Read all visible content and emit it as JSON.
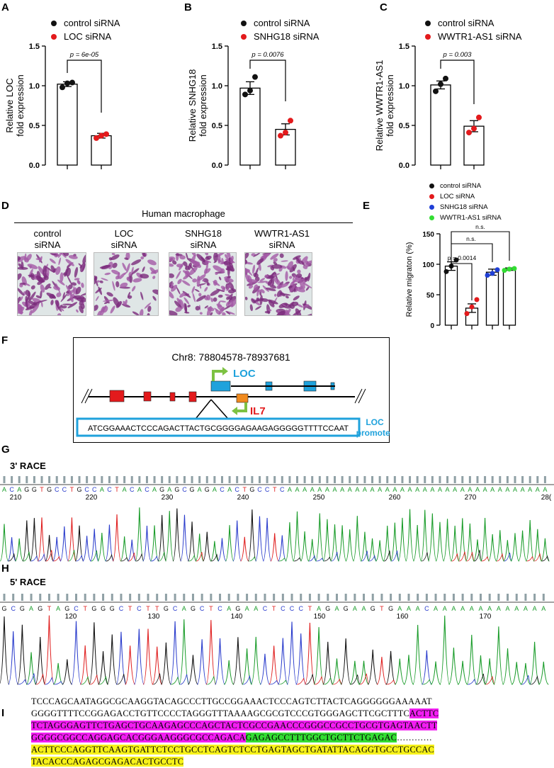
{
  "panels": {
    "A": "A",
    "B": "B",
    "C": "C",
    "D": "D",
    "E": "E",
    "F": "F",
    "G": "G",
    "H": "H",
    "I": "I"
  },
  "colors": {
    "control": "#111111",
    "treat": "#e31a1c",
    "snhg": "#1f3fd6",
    "wwtr": "#33dd33",
    "loc_exon": "#1fa2dc",
    "red_exon": "#e31a1c",
    "il7": "#f08a1e",
    "arrow": "#7dc242",
    "promoter": "#1fa2dc"
  },
  "chart_data": [
    {
      "type": "bar",
      "panel": "A",
      "legend": [
        "control siRNA",
        "LOC siRNA"
      ],
      "ylabel_lines": [
        "Relative LOC",
        "fold expression"
      ],
      "yticks": [
        "0.0",
        "0.5",
        "1.0",
        "1.5"
      ],
      "ylim": [
        0,
        1.5
      ],
      "p_label": "p = 6e-05",
      "values": [
        1.02,
        0.37
      ],
      "errors": [
        0.03,
        0.03
      ],
      "points": [
        [
          0.98,
          1.03,
          1.04
        ],
        [
          0.34,
          0.37,
          0.39
        ]
      ]
    },
    {
      "type": "bar",
      "panel": "B",
      "legend": [
        "control siRNA",
        "SNHG18 siRNA"
      ],
      "ylabel_lines": [
        "Relative SNHG18",
        "fold expression"
      ],
      "yticks": [
        "0.0",
        "0.5",
        "1.0",
        "1.5"
      ],
      "ylim": [
        0,
        1.5
      ],
      "p_label": "p = 0.0076",
      "values": [
        0.97,
        0.45
      ],
      "errors": [
        0.08,
        0.07
      ],
      "points": [
        [
          0.89,
          0.94,
          1.11
        ],
        [
          0.37,
          0.41,
          0.56
        ]
      ]
    },
    {
      "type": "bar",
      "panel": "C",
      "legend": [
        "control siRNA",
        "WWTR1-AS1 siRNA"
      ],
      "ylabel_lines": [
        "Relative WWTR1-AS1",
        "fold expression"
      ],
      "yticks": [
        "0.0",
        "0.5",
        "1.0",
        "1.5"
      ],
      "ylim": [
        0,
        1.5
      ],
      "p_label": "p = 0.003",
      "values": [
        1.01,
        0.49
      ],
      "errors": [
        0.05,
        0.07
      ],
      "points": [
        [
          0.93,
          1.02,
          1.09
        ],
        [
          0.41,
          0.46,
          0.6
        ]
      ]
    },
    {
      "type": "bar",
      "panel": "E",
      "legend": [
        "control siRNA",
        "LOC siRNA",
        "SNHG18 siRNA",
        "WWTR1-AS1 siRNA"
      ],
      "ylabel": "Relative migraton (%)",
      "yticks": [
        "0",
        "50",
        "100",
        "150"
      ],
      "ylim": [
        0,
        150
      ],
      "p_label": "p = 0.0014",
      "ns_label": "n.s.",
      "values": [
        97,
        28,
        87,
        92
      ],
      "errors": [
        7,
        7,
        5,
        2
      ],
      "points": [
        [
          88,
          97,
          107
        ],
        [
          19,
          30,
          42
        ],
        [
          82,
          85,
          91
        ],
        [
          90,
          92,
          93
        ]
      ]
    }
  ],
  "panelD": {
    "title": "Human macrophage",
    "labels": [
      [
        "control",
        "siRNA"
      ],
      [
        "LOC",
        "siRNA"
      ],
      [
        "SNHG18",
        "siRNA"
      ],
      [
        "WWTR1-AS1",
        "siRNA"
      ]
    ]
  },
  "panelF": {
    "coords": "Chr8: 78804578-78937681",
    "loc": "LOC",
    "il7": "IL7",
    "sequence": "ATCGGAAACTCCCAGACTTACTGCGGGGAGAAGAGGGGGTTTTCCAAT",
    "promoter_lines": [
      "LOC",
      "promoter"
    ]
  },
  "panelG": {
    "title": "3' RACE",
    "bases": "ACAGGTGCCTGCCACTACACAGAGCGAGACACTGCCTCAAAAAAAAAAAAAAAAAAAAAAAAAAAAAAAAAAA",
    "ticks": [
      "210",
      "220",
      "230",
      "240",
      "250",
      "260",
      "270",
      "28("
    ]
  },
  "panelH": {
    "title": "5' RACE",
    "bases": "GCGAGTAGCTGGGCTCTTGCAGCTCAGAACTCCCTAGAGAAGTGAAACAAAAAAAAAAAAA",
    "ticks": [
      "120",
      "130",
      "140",
      "150",
      "160",
      "170"
    ]
  },
  "panelI": {
    "seg1": "TCCCAGCAATAGGCGCAAGGTACAGCCCTTGCCGGAAACTCCCAGTCTTACTCAGGGGGGAAAAAT",
    "seg2": "GGGGTTTTCCGGAGACCTGTTCCCCTAGGGTTTAAAAGCGCGTCCCGTGGGAGCTTCGCTTTC",
    "seg3a": "ACTTC",
    "seg3b": "TCTAGGGAGTTCTGAGCTGCAAGAGCCCAGCTACTCGCCGAACCCGGGCCGCCTGCGTGAGTAACTT",
    "seg3c": "GGGGCGGCCAGGAGCACGGGAAGGGCGCCAGACA",
    "seg4a": "GAGAGCCTTTGGCTGCTTCTGAGAC",
    "seg4b": "…………",
    "seg5a": "ACTTCCCAGGTTCAAGTGATTCTCCTGCCTCAGTCTCCTGAGTAGCTGATATTACAGGTGCCTGCCAC",
    "seg5b": "TACACCCAGAGCGAGACACTGCCTC"
  }
}
